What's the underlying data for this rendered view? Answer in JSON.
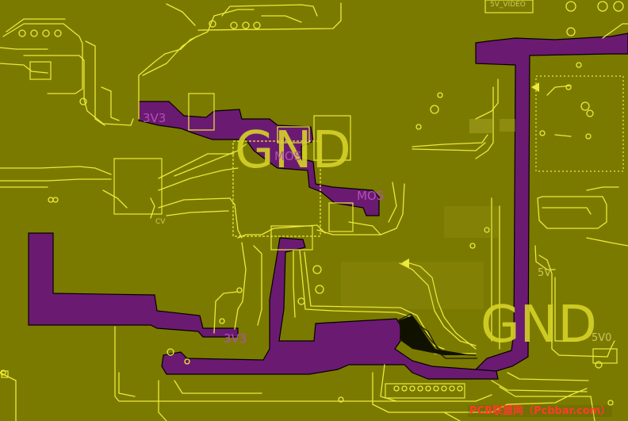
{
  "board": {
    "labels": {
      "gnd_center": "GND",
      "gnd_right": "GND",
      "net_3v3_top": "3V3",
      "net_3v3_bottom": "3V3",
      "net_mos_center": "MOS",
      "net_mos_right": "MOS",
      "net_5v_right": "5V",
      "net_5v0": "5V0",
      "net_5v_video": "5V_VIDEO",
      "net_cv": "CV"
    },
    "watermark": "PCB联盟网（Pcbbar.com）"
  },
  "colors": {
    "board_fill": "#7b7a00",
    "copper_trace": "#ecea3a",
    "copper_pour": "#6b1a72",
    "label_text": "#d6d327"
  }
}
